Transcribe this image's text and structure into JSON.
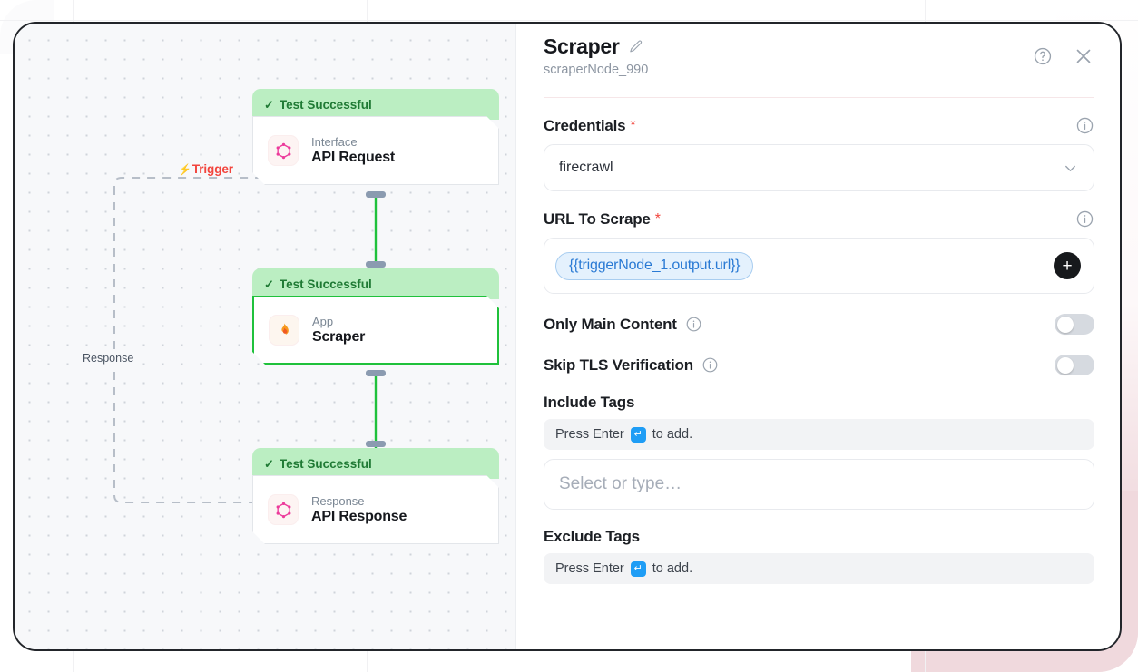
{
  "canvas": {
    "trigger_label": "Trigger",
    "trigger_icon": "lightning-bolt-icon",
    "response_label": "Response",
    "nodes": [
      {
        "status": "Test Successful",
        "kind": "Interface",
        "title": "API Request",
        "icon": "graphql-icon",
        "selected": false
      },
      {
        "status": "Test Successful",
        "kind": "App",
        "title": "Scraper",
        "icon": "flame-icon",
        "selected": true
      },
      {
        "status": "Test Successful",
        "kind": "Response",
        "title": "API Response",
        "icon": "graphql-icon",
        "selected": false
      }
    ]
  },
  "panel": {
    "title": "Scraper",
    "subtitle": "scraperNode_990",
    "edit_icon": "pencil-icon",
    "help_icon": "question-circle-icon",
    "close_icon": "close-icon",
    "credentials": {
      "label": "Credentials",
      "required": "*",
      "value": "firecrawl"
    },
    "url_to_scrape": {
      "label": "URL To Scrape",
      "required": "*",
      "token": "{{triggerNode_1.output.url}}",
      "add_label": "+"
    },
    "only_main_content": {
      "label": "Only Main Content",
      "enabled": false
    },
    "skip_tls_verification": {
      "label": "Skip TLS Verification",
      "enabled": false
    },
    "include_tags": {
      "label": "Include Tags",
      "hint_prefix": "Press Enter",
      "hint_suffix": "to add.",
      "enter_glyph": "↵",
      "placeholder": "Select or type…",
      "value": ""
    },
    "exclude_tags": {
      "label": "Exclude Tags",
      "hint_prefix": "Press Enter",
      "hint_suffix": "to add.",
      "enter_glyph": "↵"
    }
  },
  "colors": {
    "accent_green": "#1fc13b",
    "status_bg": "#bbeec2",
    "status_text": "#1f7a34",
    "trigger_red": "#f2453d",
    "token_blue": "#2a7ad4",
    "enter_blue": "#1f9df5"
  }
}
